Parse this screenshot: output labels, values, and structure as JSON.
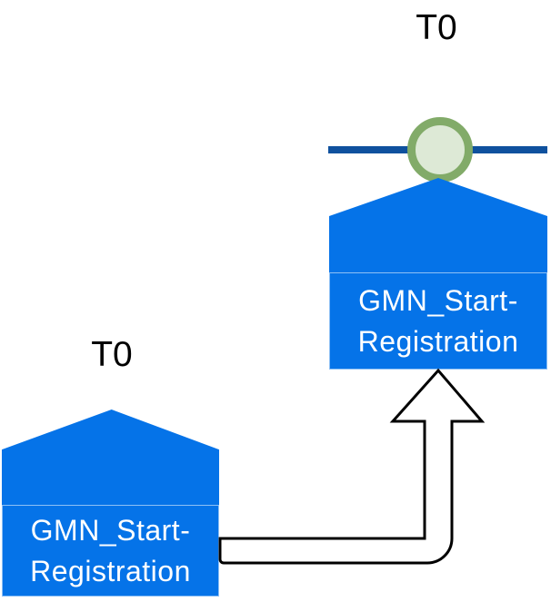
{
  "diagram": {
    "nodes": [
      {
        "id": "left",
        "time_label": "T0",
        "name_line1": "GMN_Start-",
        "name_line2": "Registration"
      },
      {
        "id": "right",
        "time_label": "T0",
        "name_line1": "GMN_Start-",
        "name_line2": "Registration"
      }
    ],
    "timeline": {
      "marker": "event-circle-on-line"
    },
    "connector": {
      "style": "elbow-up-arrow",
      "from": "left-node",
      "to": "right-node"
    },
    "colors": {
      "background": "#ffffff",
      "node_fill": "#0573e8",
      "node_divider": "rgba(255,255,255,0.55)",
      "node_text": "#ffffff",
      "timeline_line": "#0f519e",
      "marker_ring": "#82ab69",
      "marker_fill": "#dde9d6",
      "connector_fill": "#ffffff",
      "connector_stroke": "#000000",
      "time_text": "#000000"
    }
  }
}
